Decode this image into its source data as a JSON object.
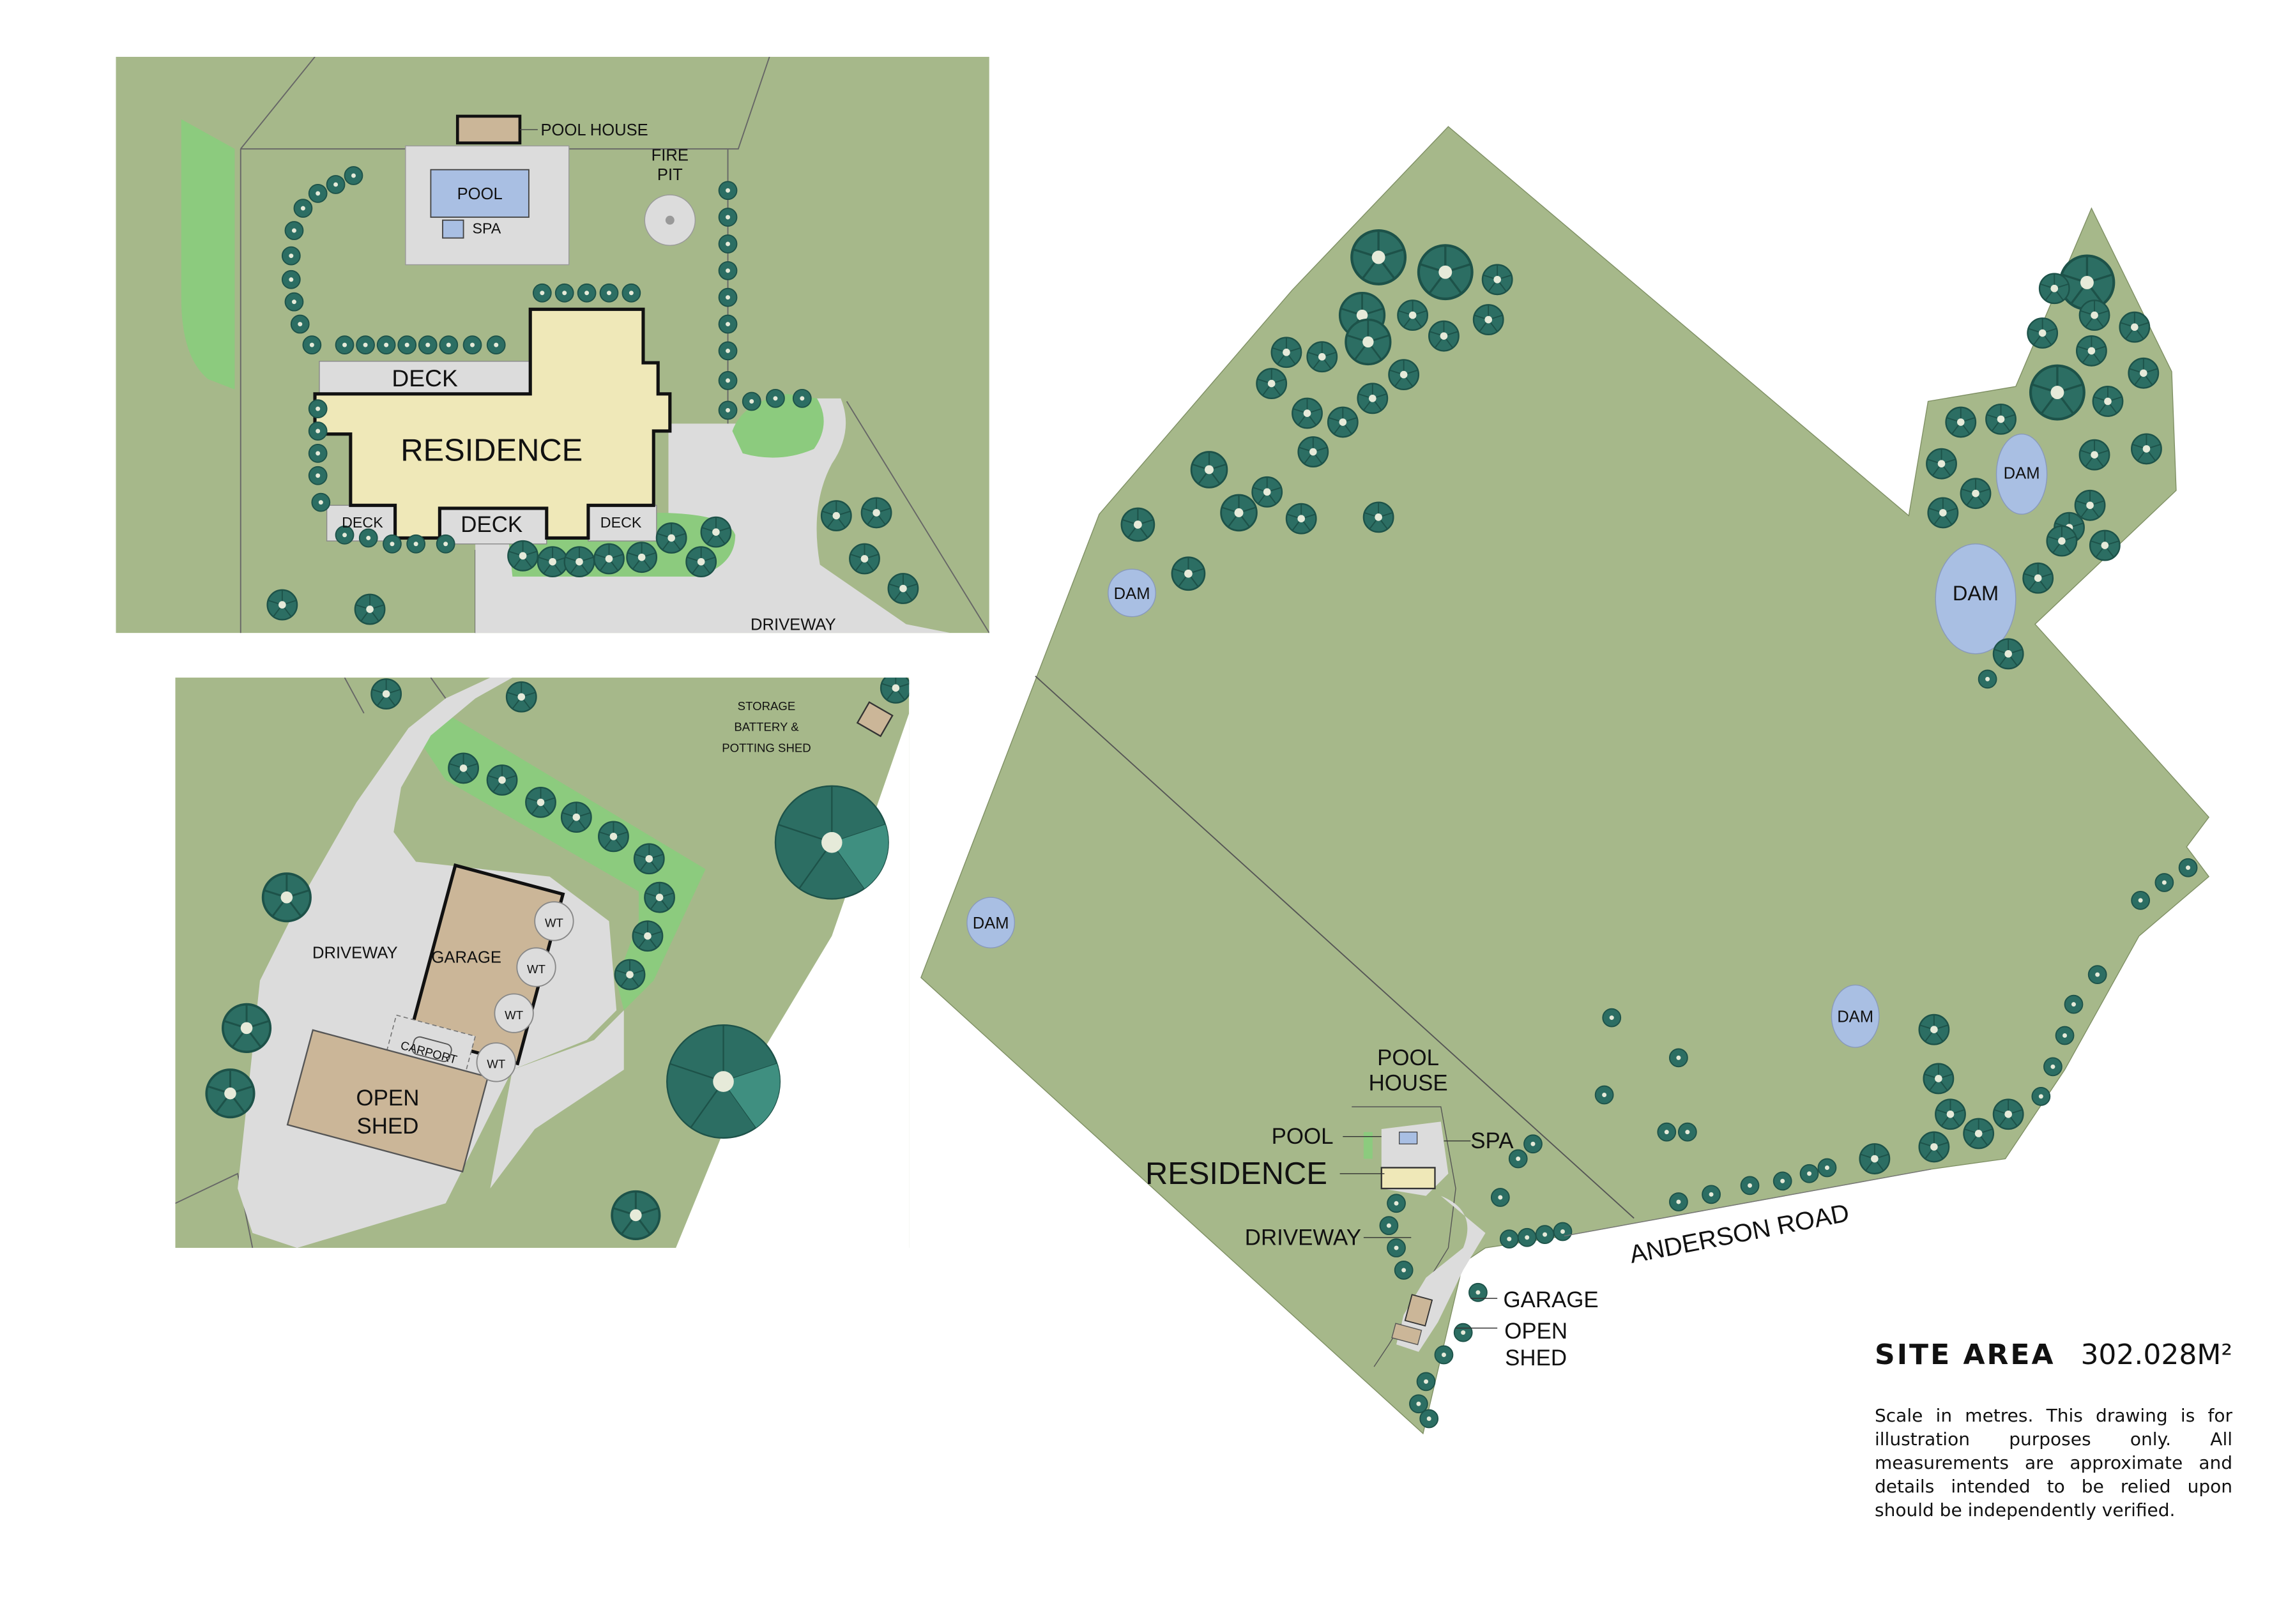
{
  "colors": {
    "grass": "#a6b88a",
    "lawn": "#8ccb7e",
    "tree": "#2c6e63",
    "tree_dark": "#1d5249",
    "tree_light": "#3f8f80",
    "pavement": "#dcdcdc",
    "building": "#efe8b8",
    "shed": "#cbb698",
    "water": "#a9bfe3",
    "line": "#555555"
  },
  "inset_residence": {
    "labels": {
      "pool_house": "POOL HOUSE",
      "pool": "POOL",
      "spa": "SPA",
      "fire_pit_1": "FIRE",
      "fire_pit_2": "PIT",
      "deck_top": "DECK",
      "residence": "RESIDENCE",
      "deck_left": "DECK",
      "deck_mid": "DECK",
      "deck_right": "DECK",
      "driveway": "DRIVEWAY"
    }
  },
  "inset_garage": {
    "labels": {
      "storage_1": "STORAGE",
      "storage_2": "BATTERY &",
      "storage_3": "POTTING SHED",
      "driveway": "DRIVEWAY",
      "garage": "GARAGE",
      "carport": "CARPORT",
      "open_shed_1": "OPEN",
      "open_shed_2": "SHED",
      "wt_1": "WT",
      "wt_2": "WT",
      "wt_3": "WT",
      "wt_4": "WT"
    }
  },
  "site_map": {
    "labels": {
      "dam_1": "DAM",
      "dam_2": "DAM",
      "dam_3": "DAM",
      "dam_4": "DAM",
      "dam_5": "DAM",
      "pool_house_1": "POOL",
      "pool_house_2": "HOUSE",
      "pool": "POOL",
      "spa": "SPA",
      "residence": "RESIDENCE",
      "driveway": "DRIVEWAY",
      "garage": "GARAGE",
      "open_shed_1": "OPEN",
      "open_shed_2": "SHED",
      "road": "ANDERSON ROAD"
    }
  },
  "site_area": {
    "title": "SITE  AREA",
    "value": "302.028M²"
  },
  "disclaimer": "Scale in metres. This drawing is for illustration purposes only. All measurements are approximate and details intended to be relied upon should be independently verified."
}
